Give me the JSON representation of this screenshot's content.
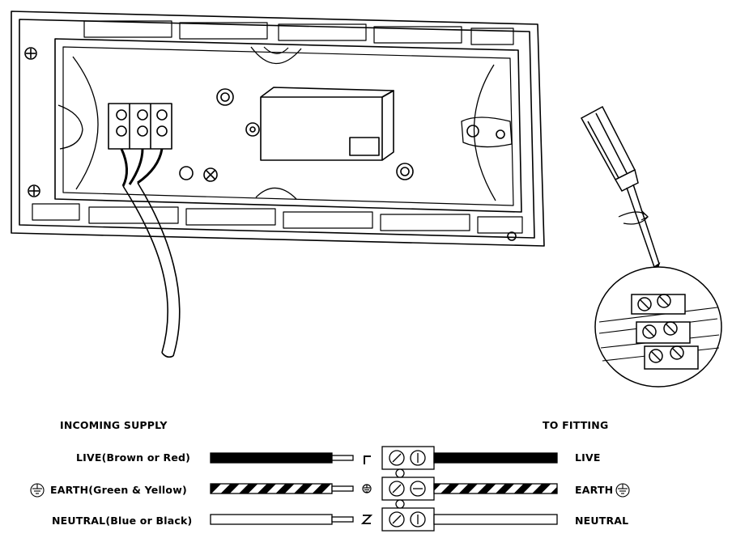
{
  "wiring": {
    "incoming_header": "INCOMING SUPPLY",
    "fitting_header": "TO FITTING",
    "rows": [
      {
        "incoming_label": "LIVE(Brown or Red)",
        "terminal_letter": "L",
        "fitting_label": "LIVE",
        "wire_style": "solid-black"
      },
      {
        "incoming_label": "EARTH(Green & Yellow)",
        "terminal_letter": "⏚",
        "fitting_label": "EARTH",
        "wire_style": "striped"
      },
      {
        "incoming_label": "NEUTRAL(Blue or Black)",
        "terminal_letter": "N",
        "fitting_label": "NEUTRAL",
        "wire_style": "white"
      }
    ],
    "earth_symbol": "earth-ground-icon"
  },
  "colors": {
    "ink": "#000000",
    "paper": "#ffffff"
  }
}
